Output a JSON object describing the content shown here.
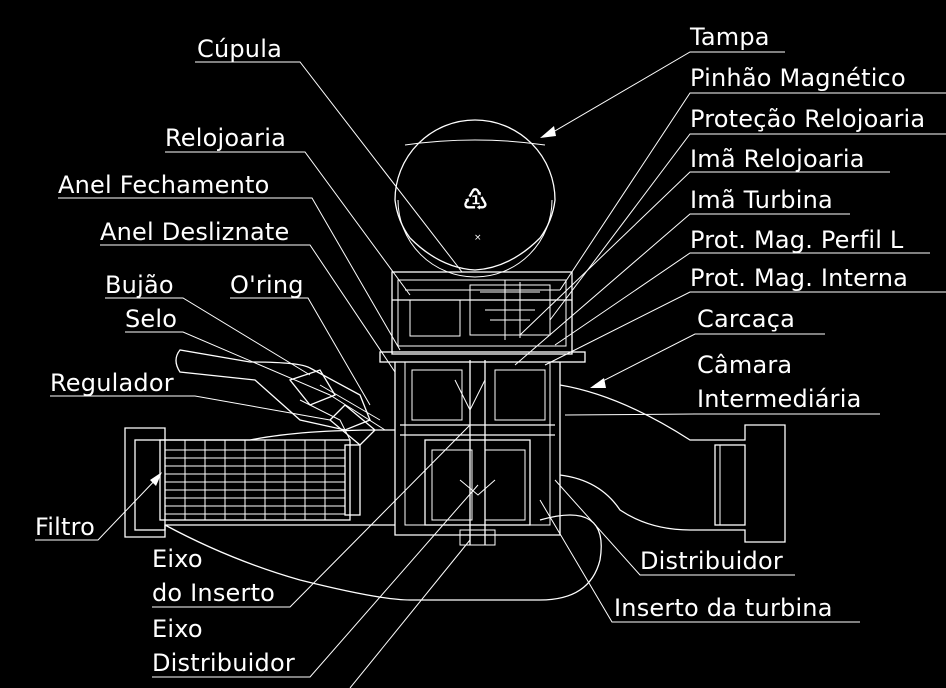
{
  "labels": {
    "cupula": "Cúpula",
    "tampa": "Tampa",
    "pinhao": "Pinhão Magnético",
    "protecao": "Proteção Relojoaria",
    "ima_relojoaria": "Imã Relojoaria",
    "ima_turbina": "Imã Turbina",
    "perfil_l": "Prot. Mag. Perfil L",
    "interna": "Prot. Mag. Interna",
    "carcaca": "Carcaça",
    "camara_1": "Câmara",
    "camara_2": "Intermediária",
    "relojoaria": "Relojoaria",
    "anel_fechamento": "Anel Fechamento",
    "anel_deslizante": "Anel Desliznate",
    "bujao": "Bujão",
    "oring": "O'ring",
    "selo": "Selo",
    "regulador": "Regulador",
    "filtro": "Filtro",
    "eixo_inserto_1": "Eixo",
    "eixo_inserto_2": "do Inserto",
    "eixo_dist_1": "Eixo",
    "eixo_dist_2": "Distribuidor",
    "distribuidor": "Distribuidor",
    "inserto_turbina": "Inserto da turbina"
  },
  "colors": {
    "background": "#000000",
    "line": "#ffffff"
  },
  "icons": {
    "dome_symbol": "recycle-triangle-icon"
  }
}
